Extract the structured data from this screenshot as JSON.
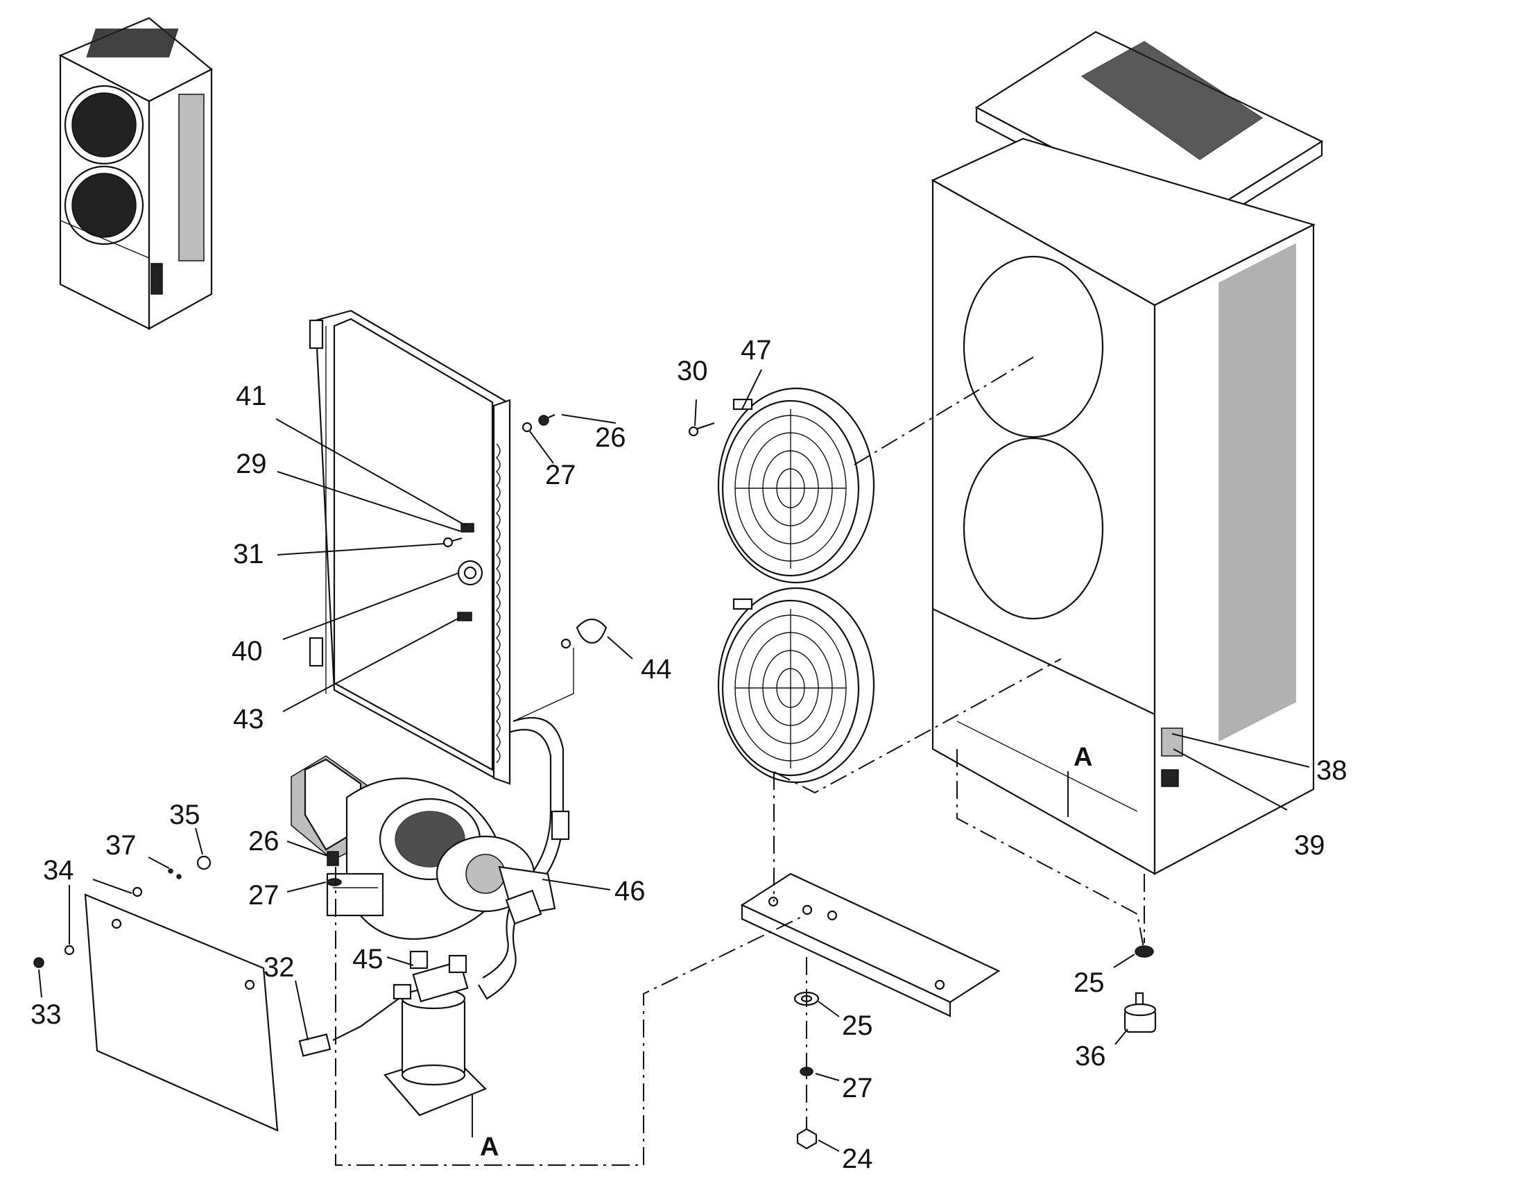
{
  "callouts": {
    "c24": "24",
    "c25_tray": "25",
    "c25_foot": "25",
    "c26_condenser": "26",
    "c26_compressor": "26",
    "c27_condenser": "27",
    "c27_compressor": "27",
    "c27_tray": "27",
    "c29": "29",
    "c30": "30",
    "c31": "31",
    "c32": "32",
    "c33": "33",
    "c34": "34",
    "c35": "35",
    "c36": "36",
    "c37": "37",
    "c38": "38",
    "c39": "39",
    "c40": "40",
    "c41": "41",
    "c43": "43",
    "c44": "44",
    "c45": "45",
    "c46": "46",
    "c47": "47"
  },
  "section_letters": {
    "a_housing": "A",
    "a_receiver": "A"
  }
}
